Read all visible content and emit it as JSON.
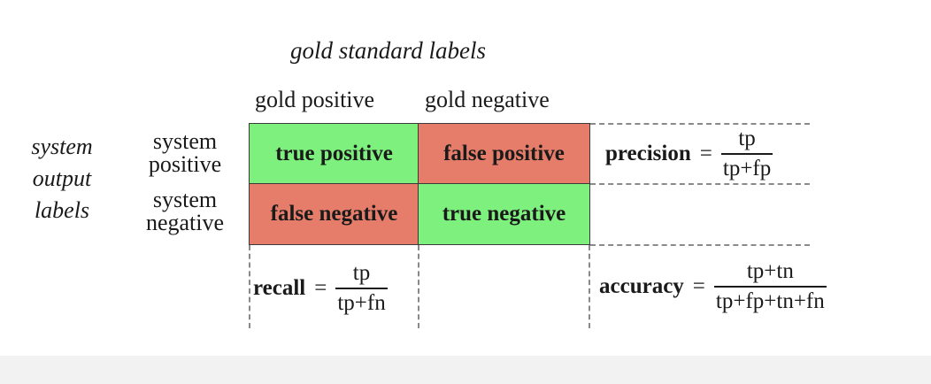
{
  "title": "gold standard labels",
  "columns": {
    "gold_positive": "gold positive",
    "gold_negative": "gold negative"
  },
  "side_label": [
    "system",
    "output",
    "labels"
  ],
  "rows": {
    "system_positive": [
      "system",
      "positive"
    ],
    "system_negative": [
      "system",
      "negative"
    ]
  },
  "cells": {
    "true_positive": "true positive",
    "false_positive": "false positive",
    "false_negative": "false negative",
    "true_negative": "true negative"
  },
  "formulas": {
    "precision": {
      "name": "precision",
      "eq": "=",
      "numerator": "tp",
      "denominator": "tp+fp"
    },
    "recall": {
      "name": "recall",
      "eq": "=",
      "numerator": "tp",
      "denominator": "tp+fn"
    },
    "accuracy": {
      "name": "accuracy",
      "eq": "=",
      "numerator": "tp+tn",
      "denominator": "tp+fp+tn+fn"
    }
  },
  "colors": {
    "correct": "#7ef07e",
    "incorrect": "#e57d6a"
  }
}
